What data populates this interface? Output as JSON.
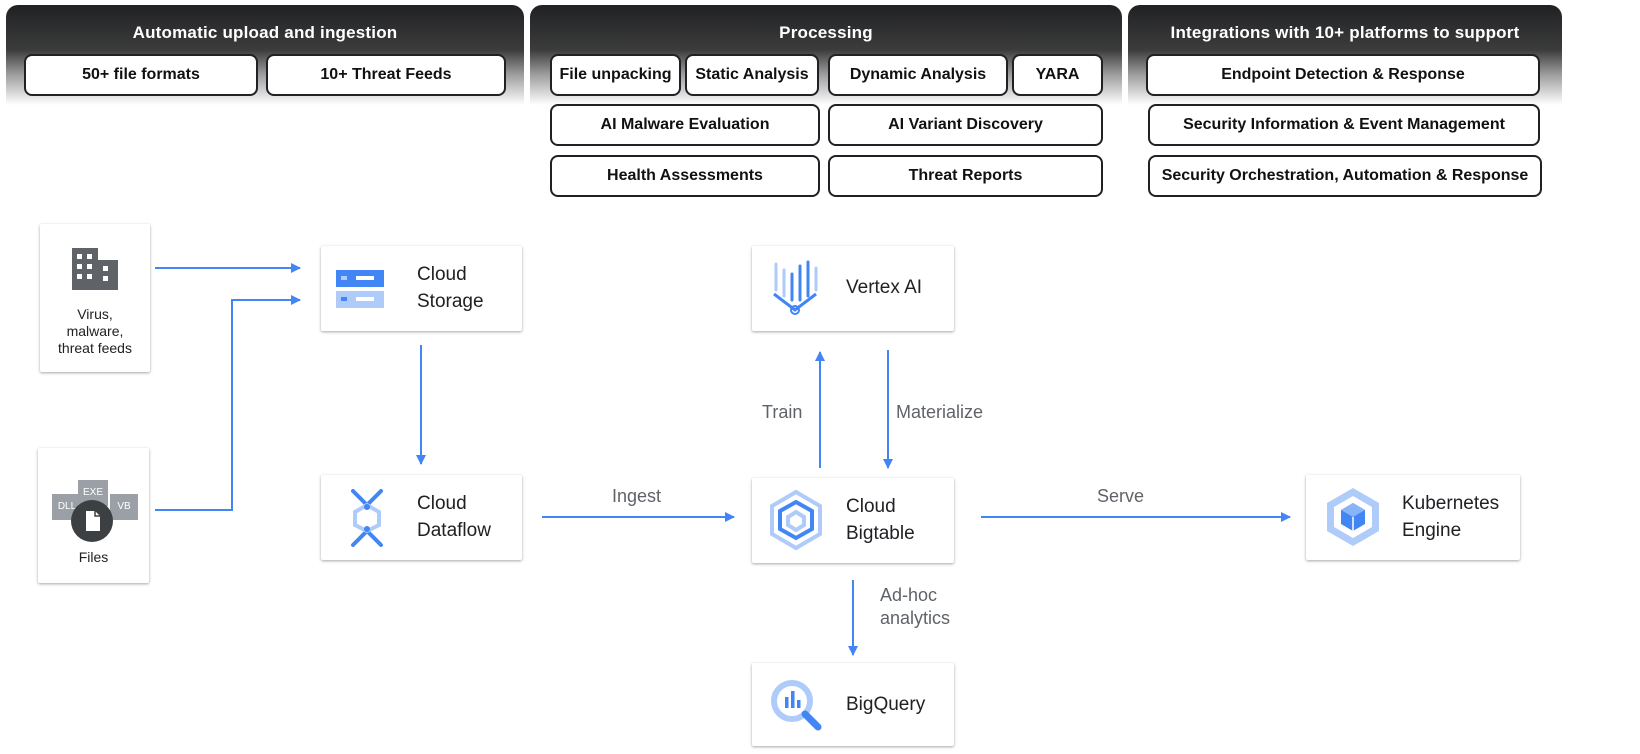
{
  "panels": {
    "ingestion": {
      "title": "Automatic upload and ingestion",
      "chips": [
        "50+ file formats",
        "10+ Threat Feeds"
      ]
    },
    "processing": {
      "title": "Processing",
      "chips": [
        "File unpacking",
        "Static Analysis",
        "Dynamic Analysis",
        "YARA",
        "AI Malware Evaluation",
        "AI Variant Discovery",
        "Health Assessments",
        "Threat Reports"
      ]
    },
    "integrations": {
      "title": "Integrations with 10+ platforms to support",
      "chips": [
        "Endpoint Detection & Response",
        "Security Information & Event Management",
        "Security Orchestration, Automation & Response"
      ]
    }
  },
  "sources": {
    "feeds": {
      "label_lines": [
        "Virus,",
        "malware,",
        "threat feeds"
      ],
      "icon": "building-icon"
    },
    "files": {
      "label": "Files",
      "icon": "file-icon",
      "tags": [
        "DLL",
        "EXE",
        "VB"
      ]
    }
  },
  "nodes": {
    "storage": {
      "lines": [
        "Cloud",
        "Storage"
      ],
      "icon": "cloud-storage-icon"
    },
    "dataflow": {
      "lines": [
        "Cloud",
        "Dataflow"
      ],
      "icon": "cloud-dataflow-icon"
    },
    "vertex": {
      "lines": [
        "Vertex AI"
      ],
      "icon": "vertex-ai-icon"
    },
    "bigtable": {
      "lines": [
        "Cloud",
        "Bigtable"
      ],
      "icon": "cloud-bigtable-icon"
    },
    "bigquery": {
      "lines": [
        "BigQuery"
      ],
      "icon": "bigquery-icon"
    },
    "kubernetes": {
      "lines": [
        "Kubernetes",
        "Engine"
      ],
      "icon": "kubernetes-engine-icon"
    }
  },
  "edges": {
    "ingest": "Ingest",
    "train": "Train",
    "materialize": "Materialize",
    "serve": "Serve",
    "adhoc_lines": [
      "Ad-hoc",
      "analytics"
    ]
  },
  "colors": {
    "arrow": "#4285f4",
    "panel": "#202124",
    "icon_blue": "#4285f4",
    "icon_light": "#aecbfa",
    "icon_gray": "#5f6368"
  }
}
